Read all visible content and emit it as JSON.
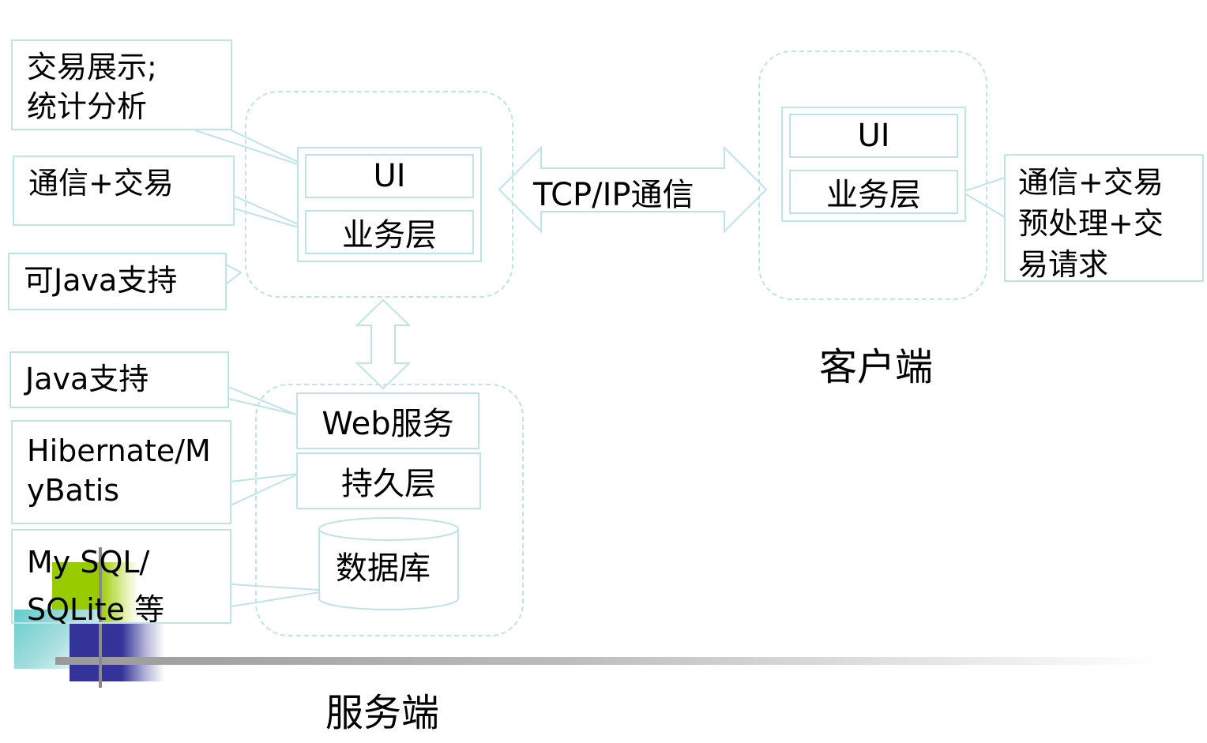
{
  "callouts": {
    "trade_display": "交易展示;\n统计分析",
    "server_comm": "通信+交易",
    "java_optional": "可Java支持",
    "java_support": "Java支持",
    "orm": "Hibernate/M\nyBatis",
    "db_options": "My SQL/\nSQLite   等",
    "client_comm": "通信+交易\n预处理+交\n易请求"
  },
  "server_app": {
    "ui": "UI",
    "business": "业务层"
  },
  "server_backend": {
    "web": "Web服务",
    "persistence": "持久层",
    "database": "数据库"
  },
  "client_app": {
    "ui": "UI",
    "business": "业务层"
  },
  "connection_label": "TCP/IP通信",
  "captions": {
    "client": "客户端",
    "server": "服务端"
  },
  "colors": {
    "outline": "#bfe3e6",
    "deco_green": "#99cc00",
    "deco_blue": "#333399",
    "deco_teal": "#66cccc",
    "deco_gray": "#999999"
  }
}
